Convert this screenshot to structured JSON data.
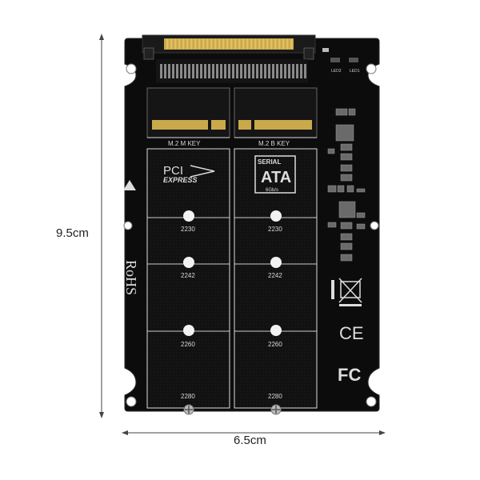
{
  "dimensions": {
    "height_label": "9.5cm",
    "width_label": "6.5cm"
  },
  "board": {
    "slot_left_label": "M.2 M KEY",
    "slot_right_label": "M.2 B KEY",
    "pci_logo_line1": "PCI",
    "pci_logo_line2": "EXPRESS",
    "sata_logo_line1": "SERIAL",
    "sata_logo_line2": "ATA",
    "sata_logo_line3": "6Gb/s",
    "rohs_label": "RoHS",
    "led_labels": [
      "LED2",
      "LED1"
    ],
    "size_marks_left": [
      "2230",
      "2242",
      "2260",
      "2280"
    ],
    "size_marks_right": [
      "2230",
      "2242",
      "2260",
      "2280"
    ],
    "ce_mark": "CE",
    "fc_mark": "FC"
  },
  "colors": {
    "pcb": "#0d0d0d",
    "gold": "#c9a94a",
    "silkscreen": "#e6e6e6"
  }
}
